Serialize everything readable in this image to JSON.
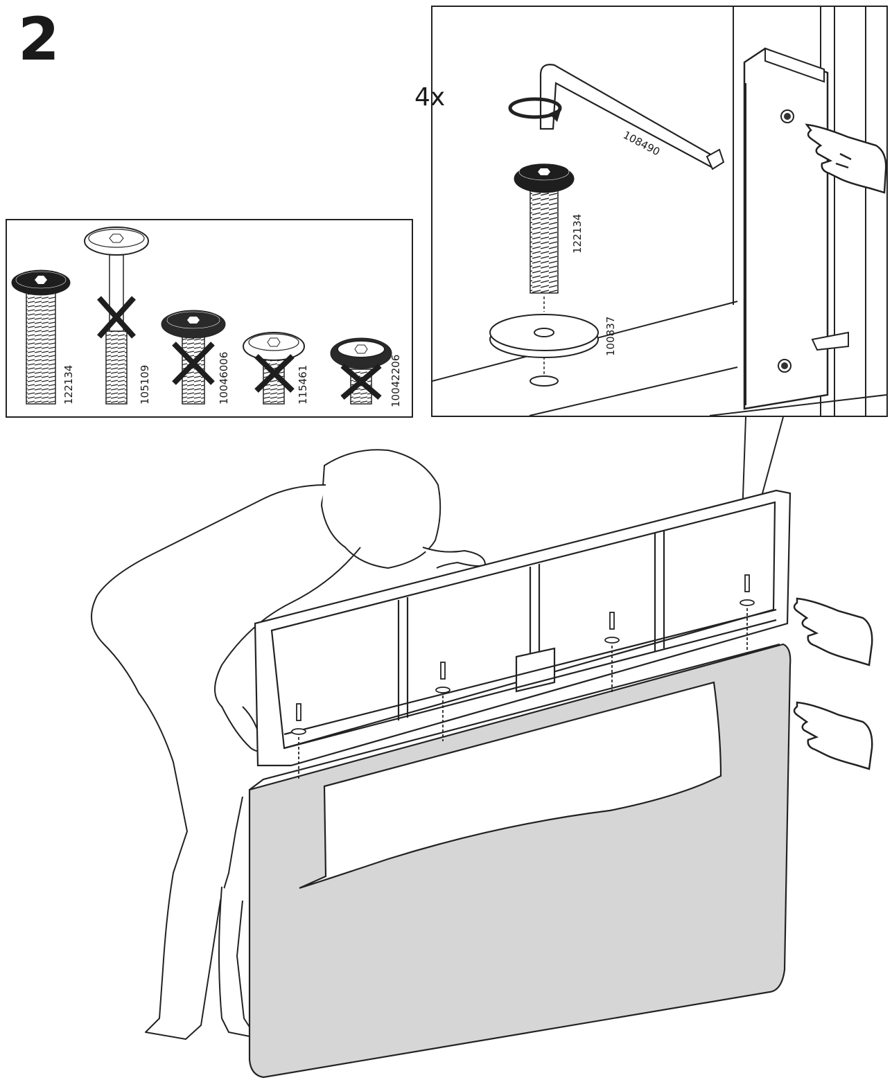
{
  "step": {
    "number": "2"
  },
  "parts_panel": {
    "parts": [
      {
        "id": "122134",
        "crossed": false
      },
      {
        "id": "105109",
        "crossed": true
      },
      {
        "id": "10046006",
        "crossed": true
      },
      {
        "id": "115461",
        "crossed": true
      },
      {
        "id": "10042206",
        "crossed": true
      }
    ]
  },
  "detail_panel": {
    "quantity": "4x",
    "hex_key": "108490",
    "bolt": "122134",
    "washer": "100837"
  },
  "icons": [
    "hex-key-icon",
    "rotate-arrow-icon",
    "pointing-hand-icon"
  ],
  "colors": {
    "line": "#1a1a1a",
    "upholstery": "#d6d6d6",
    "dark_part": "#1e1e1e"
  }
}
